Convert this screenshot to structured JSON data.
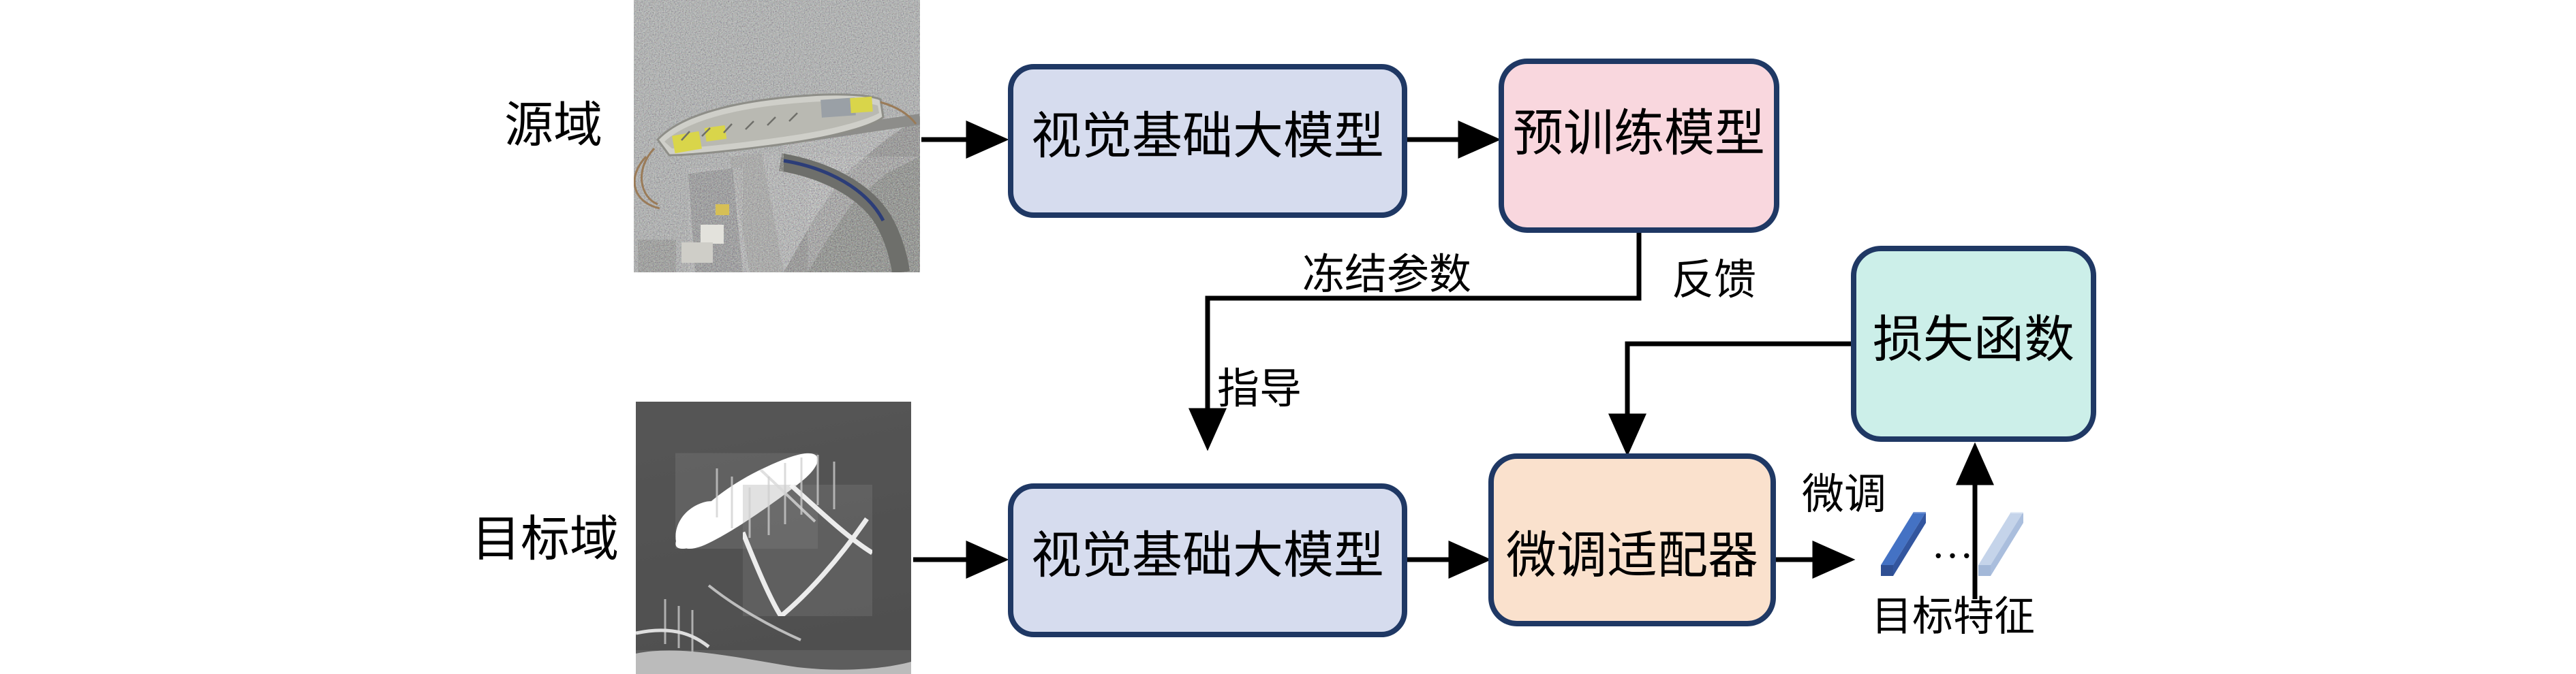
{
  "diagram": {
    "title": "Domain adaptation fine-tuning pipeline",
    "colors": {
      "border": "#1f3864",
      "blue_fill": "#d6dcee",
      "pink_fill": "#f9d7de",
      "mint_fill": "#ccefe9",
      "peach_fill": "#fae1cd",
      "line": "#000000",
      "feature_dark": "#4472c4",
      "feature_light": "#b9cce4"
    },
    "side_labels": [
      {
        "id": "source-domain",
        "text": "源域"
      },
      {
        "id": "target-domain",
        "text": "目标域"
      }
    ],
    "images": [
      {
        "id": "source-optical-image",
        "alt": "optical satellite image of a docked ship"
      },
      {
        "id": "target-sar-image",
        "alt": "SAR image of a ship at a pier"
      }
    ],
    "nodes": [
      {
        "id": "vfm-source",
        "label": "视觉基础大模型",
        "fill": "blue_fill"
      },
      {
        "id": "pretrained-model",
        "label": "预训练模型",
        "fill": "pink_fill"
      },
      {
        "id": "loss-function",
        "label": "损失函数",
        "fill": "mint_fill"
      },
      {
        "id": "vfm-target",
        "label": "视觉基础大模型",
        "fill": "blue_fill"
      },
      {
        "id": "finetune-adapter",
        "label": "微调适配器",
        "fill": "peach_fill"
      }
    ],
    "edge_labels": [
      {
        "id": "freeze-params",
        "text": "冻结参数"
      },
      {
        "id": "feedback",
        "text": "反馈"
      },
      {
        "id": "guidance",
        "text": "指导"
      },
      {
        "id": "finetune",
        "text": "微调"
      }
    ],
    "features": {
      "caption": "目标特征",
      "ellipsis": "…"
    }
  }
}
